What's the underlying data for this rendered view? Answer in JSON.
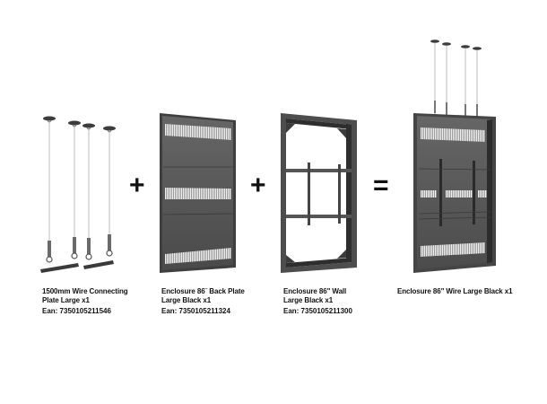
{
  "colors": {
    "background": "#ffffff",
    "panel_dark": "#4a4a4a",
    "panel_mid": "#5a5a5a",
    "frame": "#555555",
    "text": "#111111"
  },
  "operators": {
    "plus_1": "+",
    "plus_2": "+",
    "equals": "="
  },
  "products": [
    {
      "id": "wire-plate",
      "icon": "ceiling-wire-kit-icon",
      "name_line1": "1500mm Wire Connecting",
      "name_line2": "Plate Large x1",
      "ean": "Ean: 7350105211546"
    },
    {
      "id": "back-plate",
      "icon": "back-plate-panel-icon",
      "name_line1": "Enclosure 86¨ Back Plate",
      "name_line2": "Large Black x1",
      "ean": "Ean: 7350105211324"
    },
    {
      "id": "wall-frame",
      "icon": "wall-frame-mount-icon",
      "name_line1": "Enclosure 86\" Wall",
      "name_line2": "Large Black x1",
      "ean": "Ean: 7350105211300"
    }
  ],
  "result": {
    "id": "enclosure-wire",
    "icon": "assembled-enclosure-icon",
    "name": "Enclosure 86\" Wire Large Black x1"
  }
}
